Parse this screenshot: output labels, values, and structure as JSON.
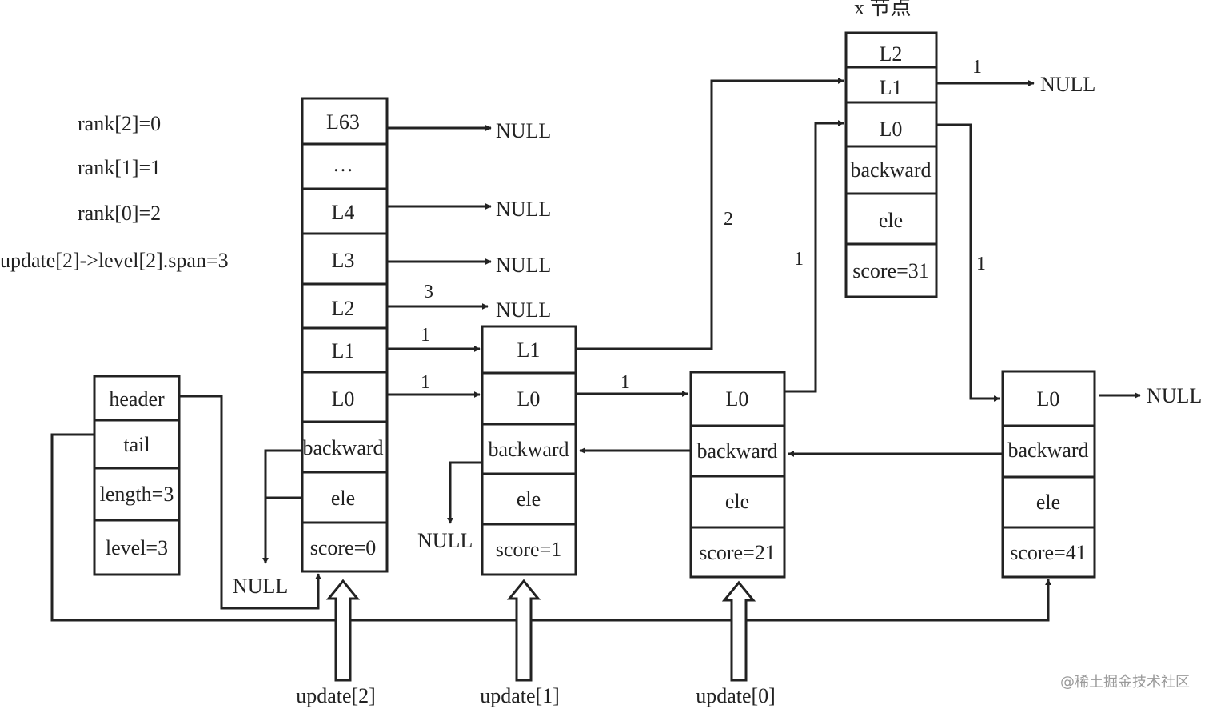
{
  "x_node_title": "x 节点",
  "rank_labels": [
    "rank[2]=0",
    "rank[1]=1",
    "rank[0]=2",
    "update[2]->level[2].span=3"
  ],
  "zsl": [
    "header",
    "tail",
    "length=3",
    "level=3"
  ],
  "head_node": [
    "L63",
    "…",
    "L4",
    "L3",
    "L2",
    "L1",
    "L0",
    "backward",
    "ele",
    "score=0"
  ],
  "node1": [
    "L1",
    "L0",
    "backward",
    "ele",
    "score=1"
  ],
  "node21": [
    "L0",
    "backward",
    "ele",
    "score=21"
  ],
  "x_node": [
    "L2",
    "L1",
    "L0",
    "backward",
    "ele",
    "score=31"
  ],
  "node41": [
    "L0",
    "backward",
    "ele",
    "score=41"
  ],
  "null_label": "NULL",
  "spans": {
    "head_l2": "3",
    "head_l1": "1",
    "head_l0": "1",
    "node1_l0": "1",
    "node1_l1": "2",
    "node21_l0": "1",
    "x_l1": "1",
    "x_l0": "1"
  },
  "update_labels": [
    "update[2]",
    "update[1]",
    "update[0]"
  ],
  "watermark": "@稀土掘金技术社区"
}
